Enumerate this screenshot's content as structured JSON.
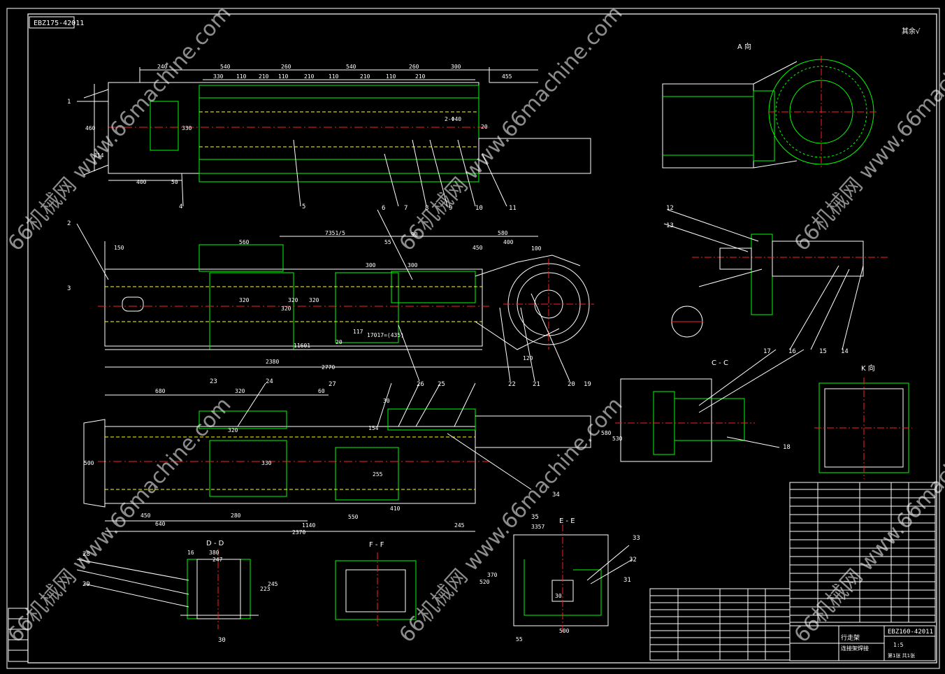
{
  "sheet": {
    "top_left_code": "EBZ175-42011",
    "roughness_mark": "其余√",
    "view_labels": [
      "A 向",
      "C - C",
      "D - D",
      "E - E",
      "F - F",
      "K 向"
    ],
    "callout_numbers": [
      "1",
      "2",
      "3",
      "4",
      "5",
      "6",
      "7",
      "8",
      "9",
      "10",
      "11",
      "12",
      "13",
      "14",
      "15",
      "16",
      "17",
      "18",
      "19",
      "20",
      "21",
      "22",
      "23",
      "24",
      "25",
      "26",
      "27",
      "28",
      "29",
      "30",
      "31",
      "32",
      "33",
      "34",
      "35"
    ],
    "top_view_dims": [
      "240",
      "540",
      "260",
      "540",
      "260",
      "300",
      "330",
      "110",
      "210",
      "110",
      "210",
      "110",
      "210",
      "110",
      "210",
      "455",
      "460",
      "314",
      "330",
      "400",
      "50",
      "2-Φ40",
      "20"
    ],
    "mid_view_dims": [
      "150",
      "560",
      "7351/5",
      "55",
      "90",
      "450",
      "400",
      "580",
      "300",
      "300",
      "100",
      "320",
      "320",
      "320",
      "320",
      "11601",
      "2380",
      "2770",
      "117",
      "17017=(435)",
      "20",
      "120"
    ],
    "low_view_dims": [
      "680",
      "320",
      "60",
      "30",
      "154",
      "580",
      "320",
      "500",
      "330",
      "450",
      "640",
      "280",
      "550",
      "410",
      "1140",
      "2370",
      "245",
      "255"
    ],
    "section_dims": [
      "380",
      "247",
      "16",
      "223",
      "245",
      "3357",
      "530",
      "520",
      "500",
      "30",
      "370",
      "55"
    ],
    "colors": {
      "line_white": "#ffffff",
      "line_green": "#00ff00",
      "line_red": "#ff2020",
      "line_yellow": "#ffff00",
      "background": "#000000"
    }
  },
  "title_block": {
    "drawing_no": "EBZ160-42011",
    "part_name": "行走架",
    "sub_name": "连接架焊接",
    "scale": "1:5",
    "sheet": "第1张 共1张"
  },
  "watermarks": [
    "66机械网 www.66machine.com"
  ]
}
